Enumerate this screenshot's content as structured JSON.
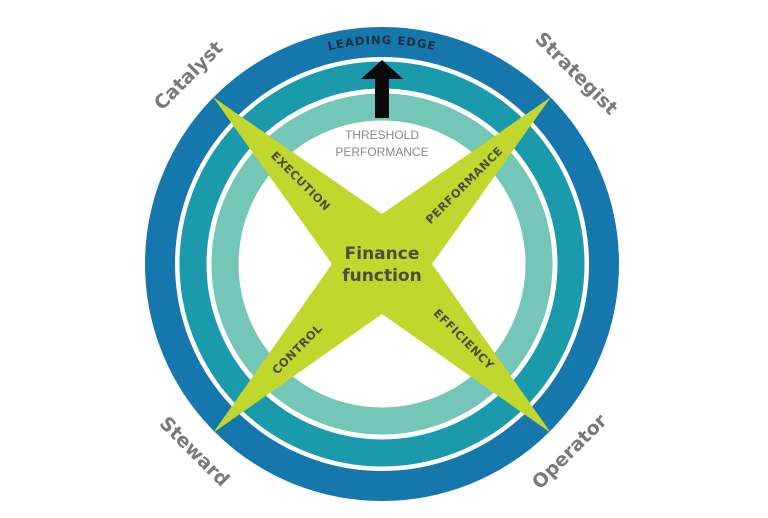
{
  "diagram": {
    "center_label": [
      "Finance",
      "function"
    ],
    "outer_ring_label": "LEADING EDGE",
    "inner_ring_label": [
      "THRESHOLD",
      "PERFORMANCE"
    ],
    "roles": {
      "top_left": "Catalyst",
      "top_right": "Strategist",
      "bottom_left": "Steward",
      "bottom_right": "Operator"
    },
    "arms": {
      "top_left": "EXECUTION",
      "top_right": "PERFORMANCE",
      "bottom_left": "CONTROL",
      "bottom_right": "EFFICIENCY"
    },
    "colors": {
      "outer_ring": "#1577ab",
      "middle_ring": "#1a9aab",
      "inner_ring": "#74c6b6",
      "star": "#c2d72e",
      "arrow": "#0a0a0a"
    }
  }
}
